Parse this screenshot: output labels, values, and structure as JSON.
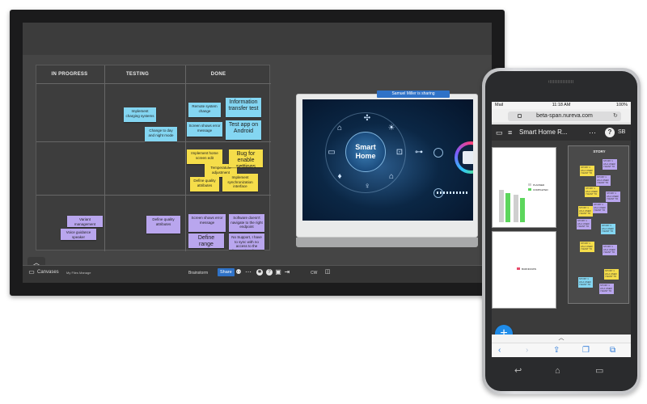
{
  "board": {
    "columns": [
      "IN PROGRESS",
      "TESTING",
      "DONE"
    ],
    "notes": {
      "implement_charging": "Implement charging systems",
      "change_day_night": "Change to day and night mode",
      "remote_system": "Remote system change",
      "information_transfer": "Information transfer test",
      "screen_error": "Screen shows error message",
      "test_app_android": "Test app on Android",
      "implement_home_screen": "Implement home screen edit",
      "temperature_adjustment": "Temperature adjustment",
      "bug_enable_settings": "Bug for enable settings",
      "define_quality_attributes": "Define quality attributes",
      "implement_synchronization": "Implement synchronization interface",
      "variant_management": "Variant management",
      "voice_guidance": "Voice guidance speaker",
      "define_quality_attributes_2": "Define quality attributes",
      "screen_error_2": "Screen shows error message",
      "software_doesnt_navigate": "Software doesn't navigate to the right endpoint",
      "define_range": "Define range",
      "no_support": "No Support, I have to sync with no access to the diagnostic software"
    }
  },
  "share": {
    "banner": "Samuel Miller is sharing",
    "hub_label": "Smart Home"
  },
  "toolbar": {
    "canvases": "Canvases",
    "canvas_name": "My Files Manage",
    "brainstorm": "Brainstorm",
    "share": "Share",
    "cw": "CW"
  },
  "phone": {
    "carrier": "Mail",
    "time": "11:18 AM",
    "battery": "100%",
    "url": "beta-span.nureva.com",
    "title": "Smart Home R...",
    "user": "SB",
    "story_header": "STORY",
    "legend_planned": "PLANNED",
    "legend_completed": "COMPLETED",
    "legend_burndown": "BURNDOWN",
    "note_text": "STORY 1 AS A USER I WANT TO"
  },
  "colors": {
    "accent_blue": "#2f72c7",
    "note_blue": "#84d6f2",
    "note_yellow": "#f5dd4a",
    "note_purple": "#b9a6ee"
  }
}
